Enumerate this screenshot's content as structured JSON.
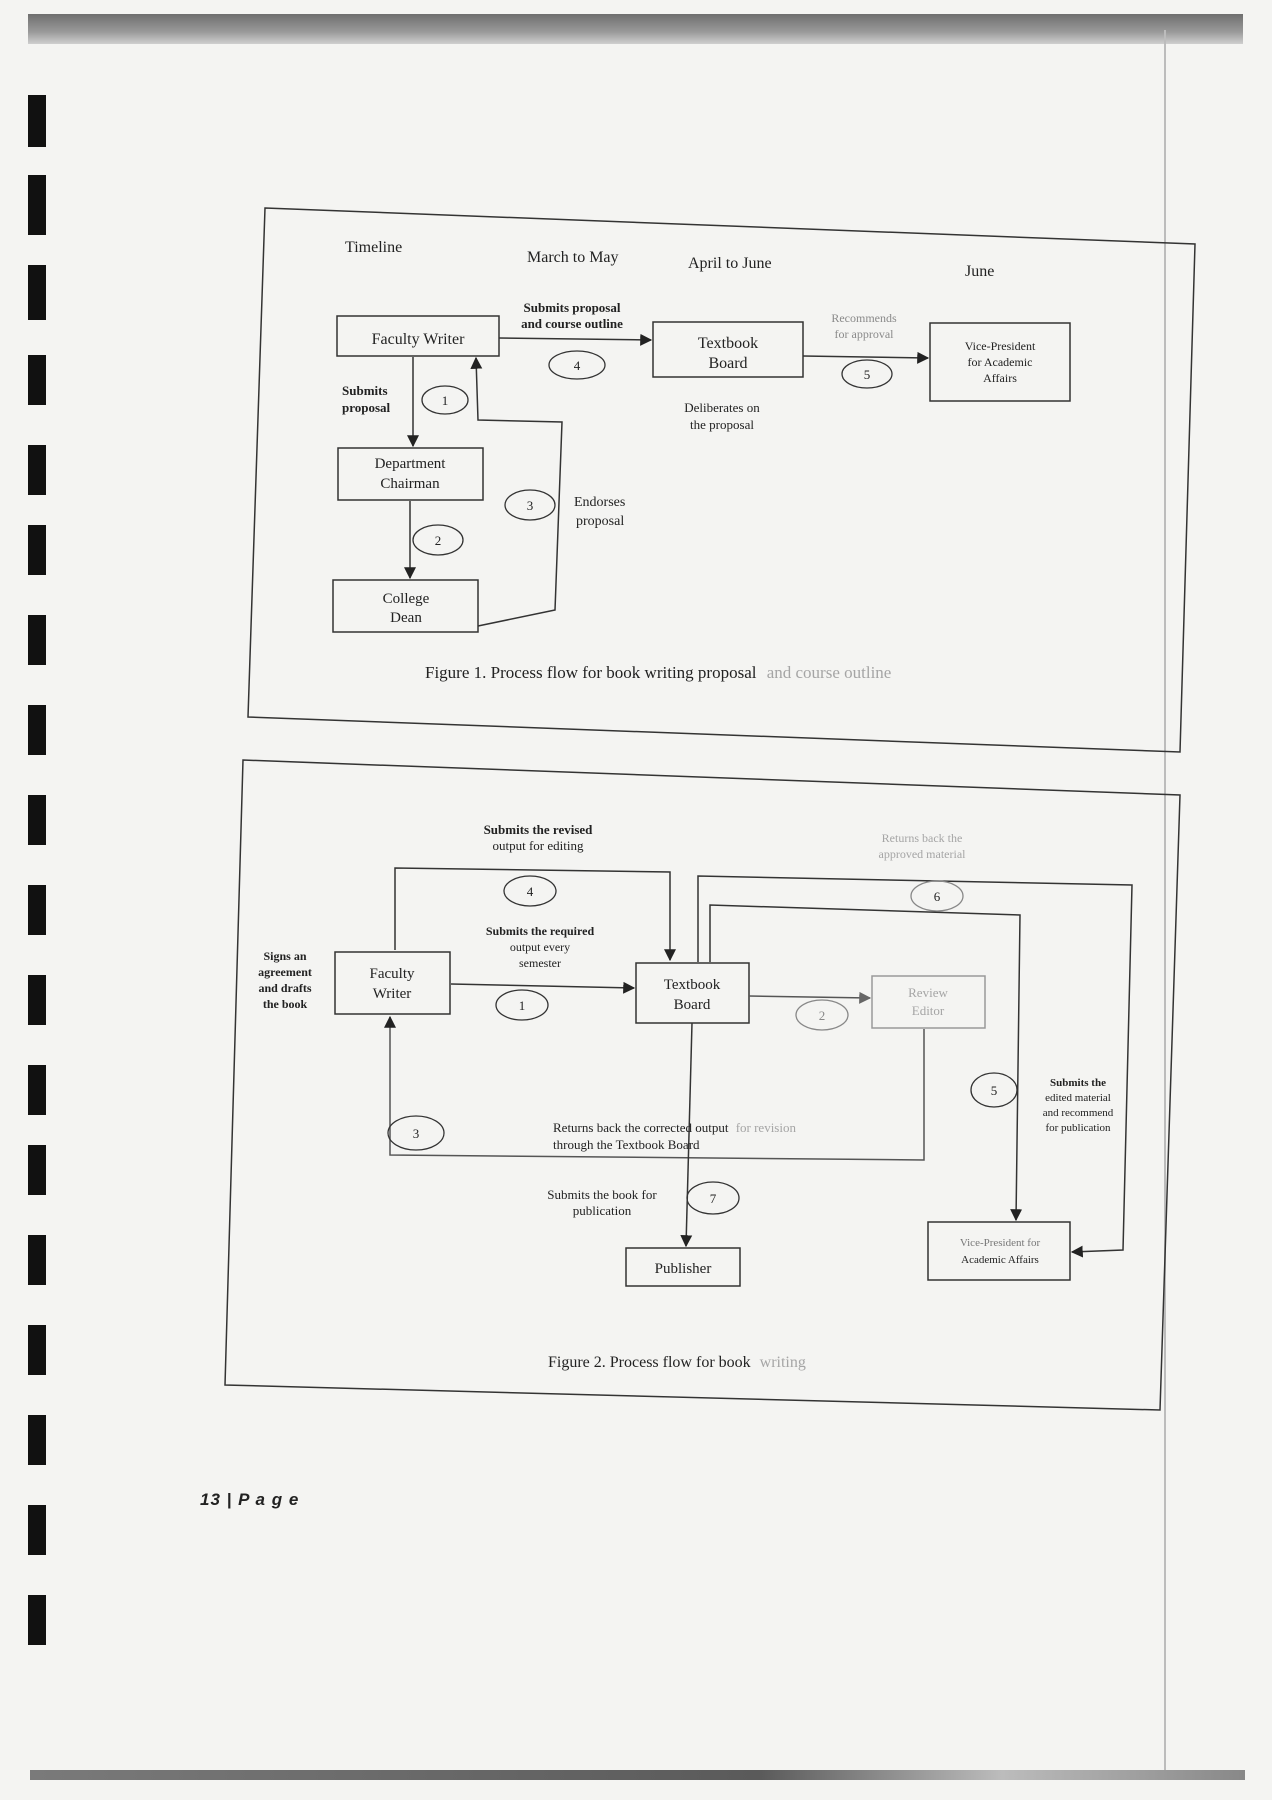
{
  "figure1": {
    "caption_main": "Figure 1. Process flow for book writing proposal",
    "caption_faded": "and course outline",
    "timeline": {
      "label": "Timeline",
      "period1": "March to May",
      "period2": "April to June",
      "period3": "June"
    },
    "boxes": {
      "faculty_writer": "Faculty Writer",
      "textbook_board": [
        "Textbook",
        "Board"
      ],
      "vp_academic": [
        "Vice-President",
        "for Academic",
        "Affairs"
      ],
      "department_chairman": [
        "Department",
        "Chairman"
      ],
      "college_dean": [
        "College",
        "Dean"
      ]
    },
    "labels": {
      "submits_proposal_outline": [
        "Submits proposal",
        "and course outline"
      ],
      "recommends": [
        "Recommends",
        "for approval"
      ],
      "submits_proposal": [
        "Submits",
        "proposal"
      ],
      "deliberates": [
        "Deliberates on",
        "the proposal"
      ],
      "endorses": [
        "Endorses",
        "proposal"
      ]
    },
    "steps": [
      "1",
      "2",
      "3",
      "4",
      "5"
    ]
  },
  "figure2": {
    "caption_main": "Figure 2. Process flow for book",
    "caption_faded": "writing",
    "boxes": {
      "faculty_writer": [
        "Faculty",
        "Writer"
      ],
      "textbook_board": [
        "Textbook",
        "Board"
      ],
      "review_editor": [
        "Review",
        "Editor"
      ],
      "publisher": "Publisher",
      "vp_academic": [
        "Vice-President for",
        "Academic Affairs"
      ]
    },
    "labels": {
      "signs_agreement": [
        "Signs an",
        "agreement",
        "and drafts",
        "the book"
      ],
      "submits_revised": [
        "Submits the revised",
        "output for editing"
      ],
      "returns_approved": [
        "Returns back the",
        "approved material"
      ],
      "submits_required": [
        "Submits the required",
        "output every",
        "semester"
      ],
      "returns_corrected_main": "Returns back the corrected output",
      "returns_corrected_faded": "for revision",
      "returns_corrected_line2": "through the Textbook Board",
      "submits_edited": [
        "Submits the",
        "edited material",
        "and recommend",
        "for publication"
      ],
      "submits_for_publication": [
        "Submits the book for",
        "publication"
      ]
    },
    "steps": [
      "1",
      "2",
      "3",
      "4",
      "5",
      "6",
      "7"
    ]
  },
  "footer": {
    "page_number": "13 | P a g e"
  },
  "colors": {
    "ink": "#222222",
    "faded_ink": "#9a9a9a",
    "background": "#f4f4f2"
  }
}
